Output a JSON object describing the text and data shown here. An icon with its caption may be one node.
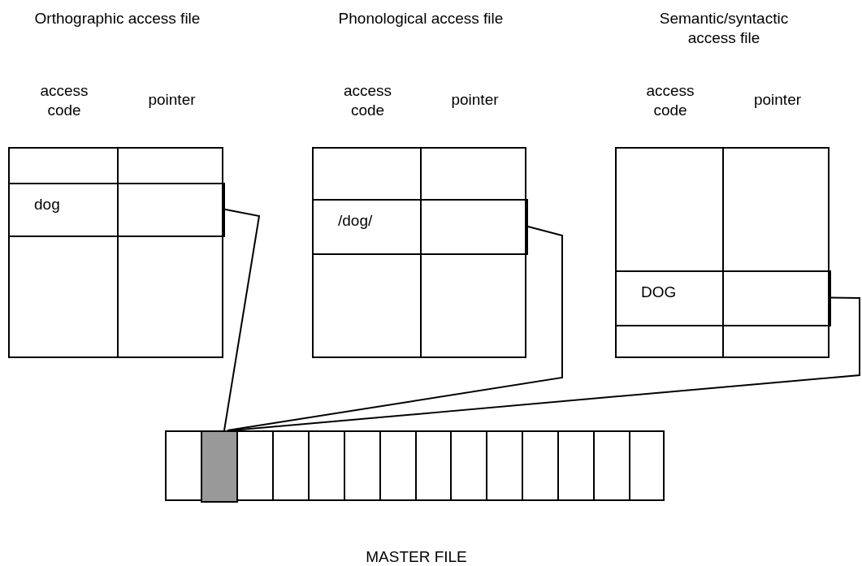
{
  "diagram": {
    "nodes": [
      {
        "text": [
          "Orthographic access file",
          "access code",
          "pointer"
        ]
      },
      {
        "text": [
          "dog"
        ],
        "in": 0
      },
      {
        "text": [],
        "shape": "box",
        "in": 0
      },
      {
        "text": [
          "Phonological access file",
          "access code",
          "pointer"
        ]
      },
      {
        "text": [
          "/dog/"
        ],
        "in": 3
      },
      {
        "text": [],
        "shape": "box",
        "in": 3
      },
      {
        "text": [
          "Semantic/syntactic access file",
          "access code",
          "pointer"
        ]
      },
      {
        "text": [
          "DOG"
        ],
        "in": 6
      },
      {
        "text": [],
        "shape": "box",
        "in": 6
      },
      {
        "text": [
          "MASTER FILE"
        ]
      },
      {
        "text": [],
        "shape": "box",
        "in": 9
      }
    ],
    "edges": [
      {
        "from": 2,
        "to": 10,
        "arrow": "none"
      },
      {
        "from": 5,
        "to": 10,
        "arrow": "none"
      },
      {
        "from": 8,
        "to": 10,
        "arrow": "none"
      }
    ]
  }
}
